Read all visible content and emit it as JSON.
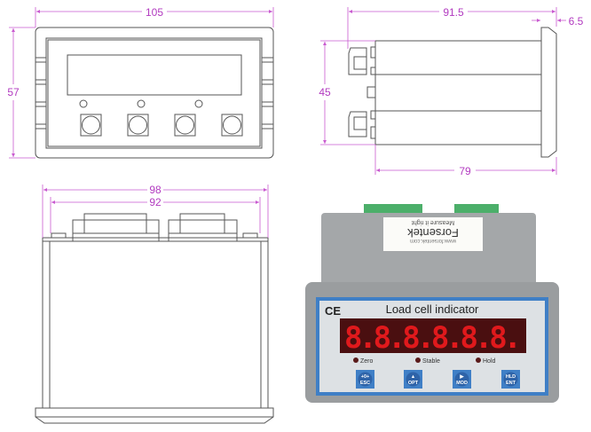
{
  "front_view": {
    "width_label": "105",
    "height_label": "57"
  },
  "side_view": {
    "length_label": "91.5",
    "flange_label": "6.5",
    "height_label": "45",
    "body_length_label": "79"
  },
  "bottom_view": {
    "outer_width_label": "98",
    "inner_width_label": "92"
  },
  "photo": {
    "brand": "Forsentek",
    "slogan": "Measure it right",
    "website": "www.forsentek.com",
    "ce_mark": "CE",
    "title": "Load cell indicator",
    "display": "8.8.8.8.8.8.",
    "indicators": [
      "Zero",
      "Stable",
      "Hold"
    ],
    "buttons": [
      {
        "top": "+0+",
        "bottom": "ESC"
      },
      {
        "top": "▲",
        "bottom": "OPT"
      },
      {
        "top": "▶",
        "bottom": "MOD"
      },
      {
        "top": "HLD",
        "bottom": "ENT"
      }
    ],
    "colors": {
      "panel_blue": "#3f7fc6",
      "display_red": "#e0191c",
      "case_gray": "#9a9d9f",
      "terminal_green": "#4caf6a",
      "dimension_magenta": "#b23bc0"
    }
  }
}
